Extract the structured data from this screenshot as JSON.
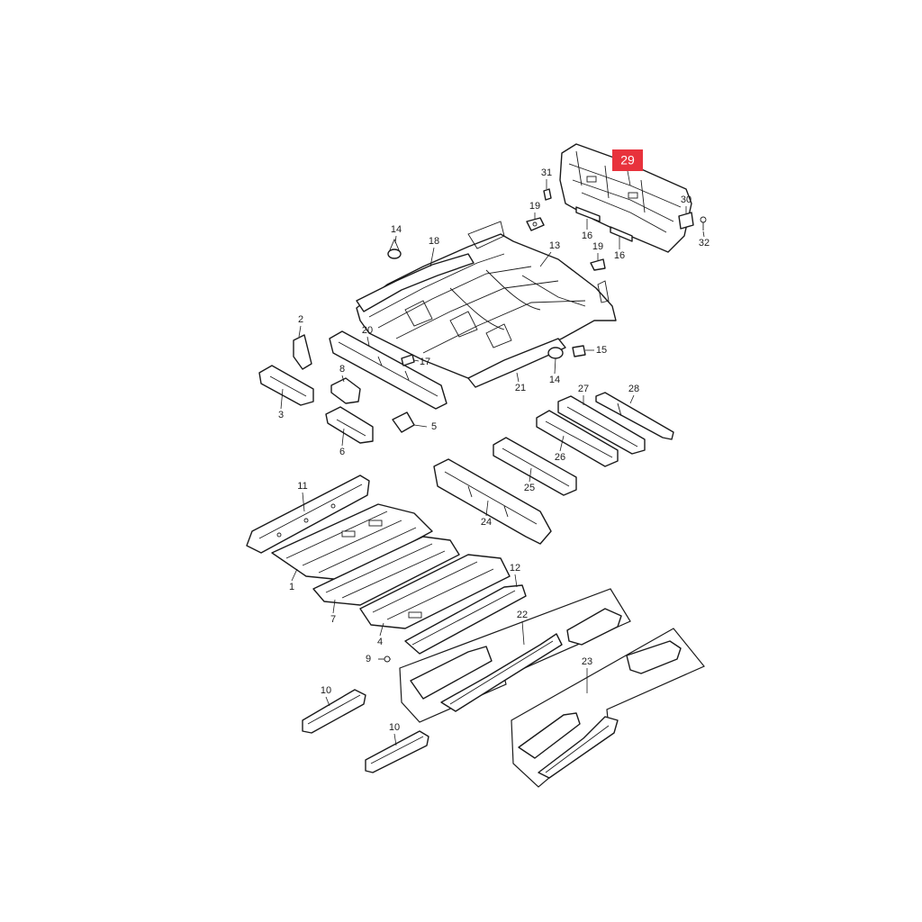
{
  "diagram": {
    "highlight_color": "#e8323c",
    "line_color": "#1a1a1a",
    "callouts": {
      "c1": "1",
      "c2": "2",
      "c3": "3",
      "c4": "4",
      "c5": "5",
      "c6": "6",
      "c7": "7",
      "c8": "8",
      "c9": "9",
      "c10a": "10",
      "c10b": "10",
      "c11": "11",
      "c12": "12",
      "c13": "13",
      "c14a": "14",
      "c14b": "14",
      "c15": "15",
      "c16a": "16",
      "c16b": "16",
      "c17": "17",
      "c18": "18",
      "c19a": "19",
      "c19b": "19",
      "c20": "20",
      "c21": "21",
      "c22": "22",
      "c23": "23",
      "c24": "24",
      "c25": "25",
      "c26": "26",
      "c27": "27",
      "c28": "28",
      "c29": "29",
      "c30": "30",
      "c31": "31",
      "c32": "32"
    }
  }
}
